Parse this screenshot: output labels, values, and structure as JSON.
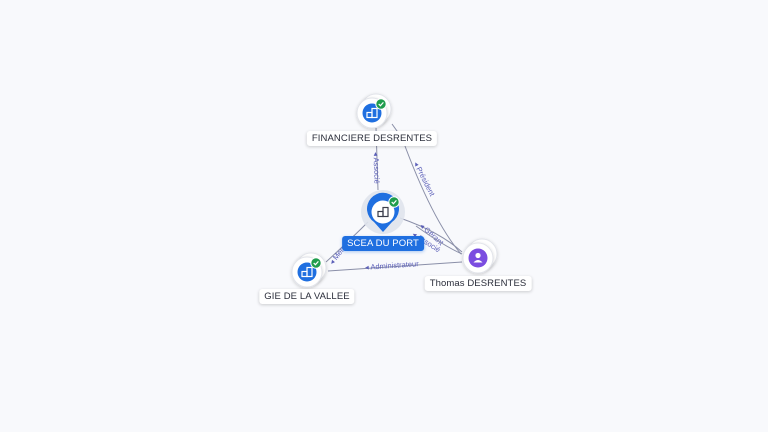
{
  "colors": {
    "company": "#1f6fe0",
    "person": "#7b4de0",
    "verified": "#1f9d4d",
    "edge": "#8a8fa8",
    "edge_label": "#5b5fb8",
    "focus_ring": "#1f6fe0"
  },
  "nodes": [
    {
      "id": "financiere",
      "label": "FINANCIERE DESRENTES",
      "kind": "company",
      "icon": "building-icon",
      "verified": true,
      "focus": false
    },
    {
      "id": "scea",
      "label": "SCEA DU PORT",
      "kind": "company",
      "icon": "building-icon",
      "verified": true,
      "focus": true
    },
    {
      "id": "gie",
      "label": "GIE DE LA VALLEE",
      "kind": "company",
      "icon": "building-icon",
      "verified": true,
      "focus": false
    },
    {
      "id": "thomas",
      "label": "Thomas DESRENTES",
      "kind": "person",
      "icon": "person-icon",
      "verified": false,
      "focus": false
    }
  ],
  "edges": [
    {
      "from": "financiere",
      "to": "scea",
      "label": "Associé"
    },
    {
      "from": "thomas",
      "to": "financiere",
      "label": "Président"
    },
    {
      "from": "thomas",
      "to": "scea",
      "label": "Gérant"
    },
    {
      "from": "thomas",
      "to": "scea",
      "label": "Associé"
    },
    {
      "from": "thomas",
      "to": "gie",
      "label": "Administrateur"
    },
    {
      "from": "scea",
      "to": "gie",
      "label": "Membre"
    }
  ]
}
